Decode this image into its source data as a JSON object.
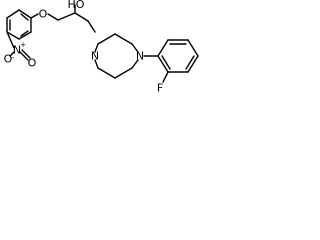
{
  "molecule": {
    "atom_labels": {
      "ether_oxygen": "O",
      "hydroxyl": "HO",
      "nitro_nitrogen": "N",
      "nitro_plus": "+",
      "nitro_oxygen_minus": "O",
      "nitro_minus": "-",
      "nitro_oxygen": "O",
      "piperazine_n1": "N",
      "piperazine_n4": "N",
      "fluorine": "F"
    }
  }
}
